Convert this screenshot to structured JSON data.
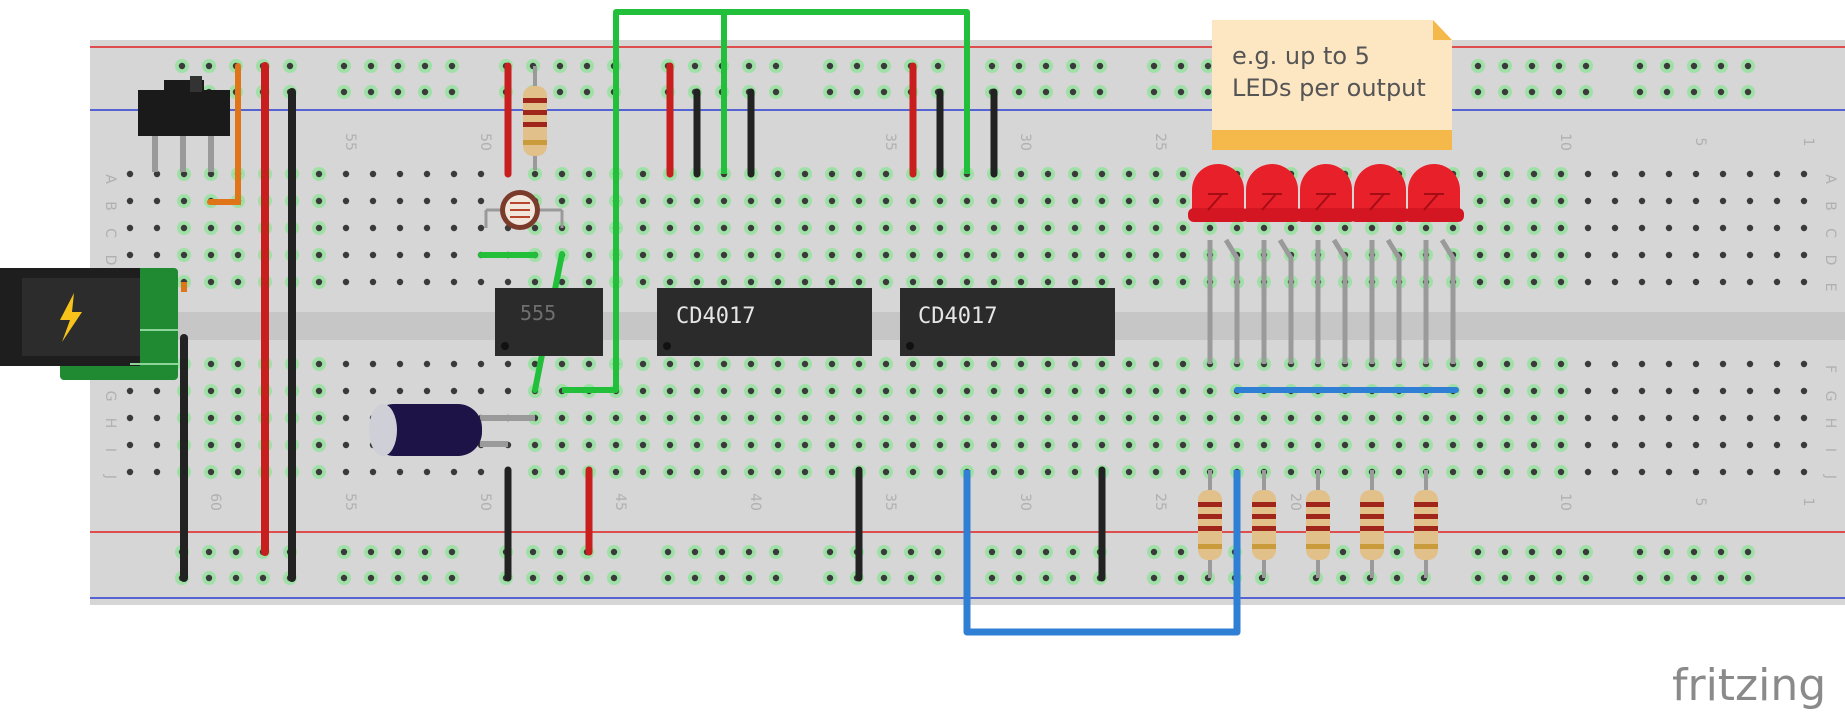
{
  "chips": [
    {
      "label": "555"
    },
    {
      "label": "CD4017"
    },
    {
      "label": "CD4017"
    }
  ],
  "note": {
    "line1": "e.g. up to 5",
    "line2": "LEDs per output"
  },
  "row_letters_top": [
    "A",
    "B",
    "C",
    "D",
    "E"
  ],
  "row_letters_bottom": [
    "F",
    "G",
    "H",
    "I",
    "J"
  ],
  "column_numbers_top": [
    "55",
    "50",
    "35",
    "30",
    "25",
    "10",
    "5",
    "1"
  ],
  "column_numbers_bottom": [
    "60",
    "55",
    "50",
    "45",
    "40",
    "35",
    "30",
    "25",
    "20",
    "10",
    "5",
    "1"
  ],
  "logo": "fritzing",
  "colors": {
    "board": "#d6d6d6",
    "rail_red": "#e02020",
    "rail_blue": "#2a3fd0",
    "wire_green": "#22c03a",
    "wire_red": "#c81e1e",
    "wire_black": "#222222",
    "wire_blue": "#2f7fd4",
    "wire_orange": "#e07418",
    "led": "#e8202a",
    "note": "#fde7c3",
    "note_tab": "#f5b84a"
  }
}
